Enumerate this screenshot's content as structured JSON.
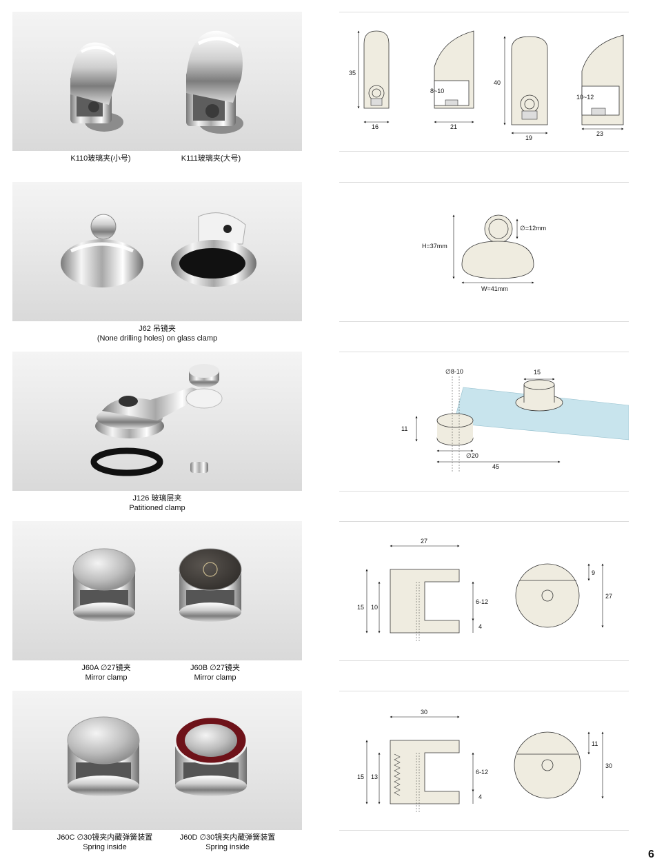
{
  "rows": [
    {
      "captions": [
        {
          "lines": [
            "K110玻璃夹(小号)"
          ]
        },
        {
          "lines": [
            "K111玻璃夹(大号)"
          ]
        }
      ],
      "dims": [
        "35",
        "8~10",
        "16",
        "21",
        "40",
        "10~12",
        "19",
        "23"
      ]
    },
    {
      "captions": [
        {
          "lines": [
            "J62  吊镜夹",
            "(None drilling holes) on glass clamp"
          ]
        }
      ],
      "dims": [
        "H=37mm",
        "∅=12mm",
        "W=41mm"
      ]
    },
    {
      "captions": [
        {
          "lines": [
            "J126 玻璃层夹",
            "Patitioned clamp"
          ]
        }
      ],
      "dims": [
        "∅8-10",
        "15",
        "11",
        "∅20",
        "45"
      ]
    },
    {
      "captions": [
        {
          "lines": [
            "J60A  ∅27镜夹",
            "Mirror clamp"
          ]
        },
        {
          "lines": [
            "J60B  ∅27镜夹",
            "Mirror clamp"
          ]
        }
      ],
      "dims": [
        "27",
        "15",
        "10",
        "6-12",
        "4",
        "9",
        "27"
      ]
    },
    {
      "captions": [
        {
          "lines": [
            "J60C  ∅30镜夹内藏弹簧装置",
            "Spring inside"
          ]
        },
        {
          "lines": [
            "J60D  ∅30镜夹内藏弹簧装置",
            "Spring inside"
          ]
        }
      ],
      "dims": [
        "30",
        "15",
        "13",
        "6-12",
        "4",
        "11",
        "30"
      ]
    }
  ],
  "page_number": "6",
  "colors": {
    "drawing_fill": "#efece0",
    "glass_fill": "#bfe0ea",
    "rule": "#dcdcdc",
    "burgundy_ring": "#6e1219"
  }
}
